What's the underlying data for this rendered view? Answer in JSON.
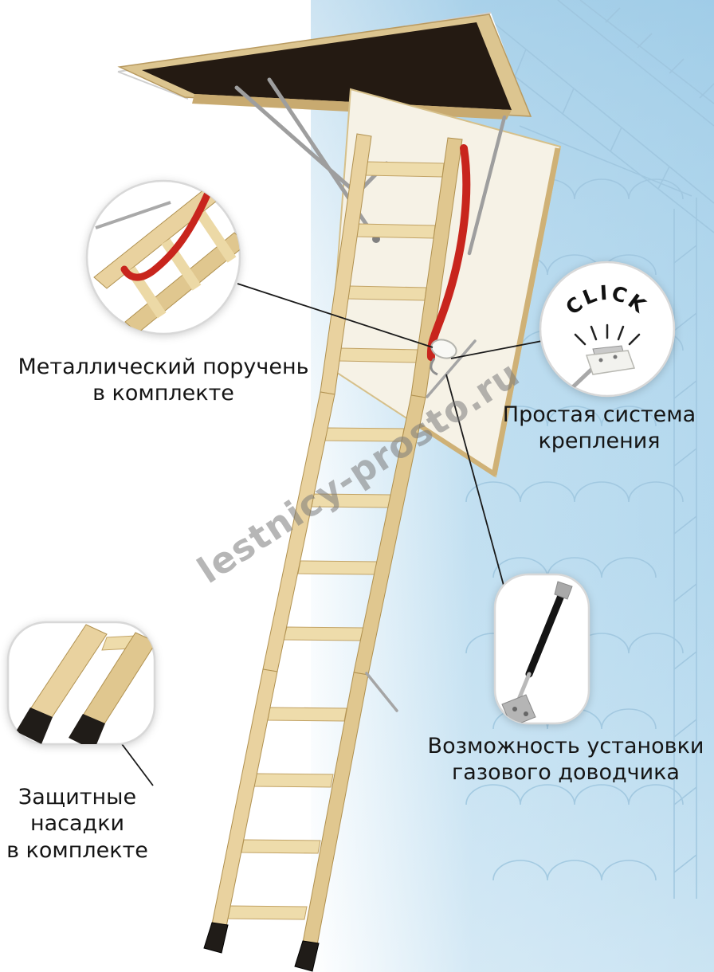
{
  "illustration": {
    "watermark": "lestnicy-prosto.ru",
    "click_label": "CLICK"
  },
  "labels": {
    "handrail": [
      "Металлический поручень",
      "в комплекте"
    ],
    "fastening": [
      "Простая система",
      "крепления"
    ],
    "gas_strut": [
      "Возможность установки",
      "газового доводчика"
    ],
    "foot_caps": [
      "Защитные",
      "насадки",
      "в комплекте"
    ]
  },
  "colors": {
    "sky_blue": "#aed5ec",
    "line_art_blue": "#9fc6df",
    "wood_light": "#e9d29f",
    "wood_dark": "#cfb176",
    "handrail_red": "#c8251d",
    "cap_black": "#201c18",
    "label_text": "#151515"
  }
}
